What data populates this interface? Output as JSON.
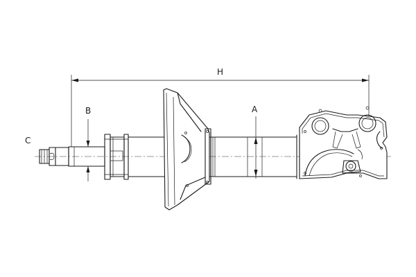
{
  "dimensions": {
    "H": "H",
    "A": "A",
    "B": "B",
    "C": "C"
  },
  "colors": {
    "line": "#1a1a1a",
    "background": "#ffffff"
  }
}
